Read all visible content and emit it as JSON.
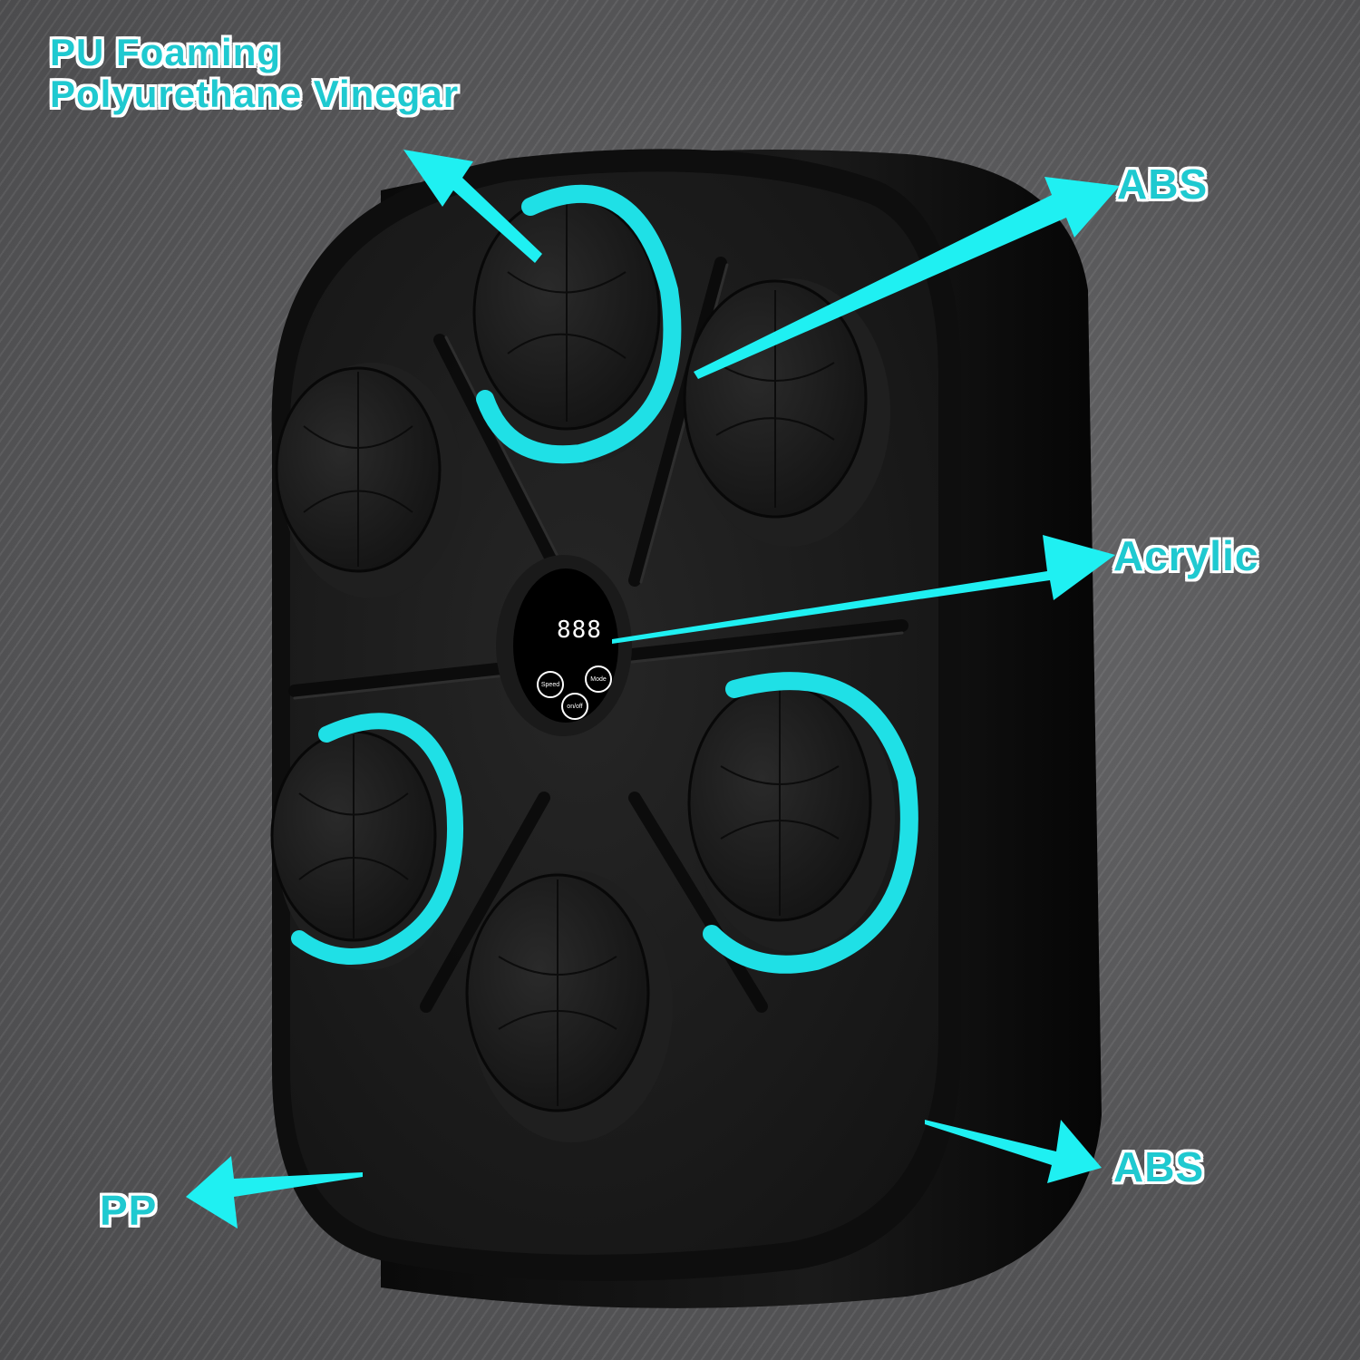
{
  "labels": {
    "pu_foaming_line1": "PU Foaming",
    "pu_foaming_line2": "Polyurethane Vinegar",
    "abs_top": "ABS",
    "acrylic": "Acrylic",
    "abs_bottom": "ABS",
    "pp": "PP"
  },
  "display": {
    "digits": "888",
    "buttons": {
      "speed": "Speed",
      "mode": "Mode",
      "power": "on/off"
    }
  },
  "colors": {
    "accent_cyan": "#1fe0e6",
    "label_fill": "#1fc9d0",
    "label_outline": "#ffffff",
    "device_body": "#151515",
    "background": "#58585a"
  },
  "pads": {
    "count": 6,
    "highlighted": [
      "top",
      "bottom-left",
      "bottom-right"
    ]
  }
}
